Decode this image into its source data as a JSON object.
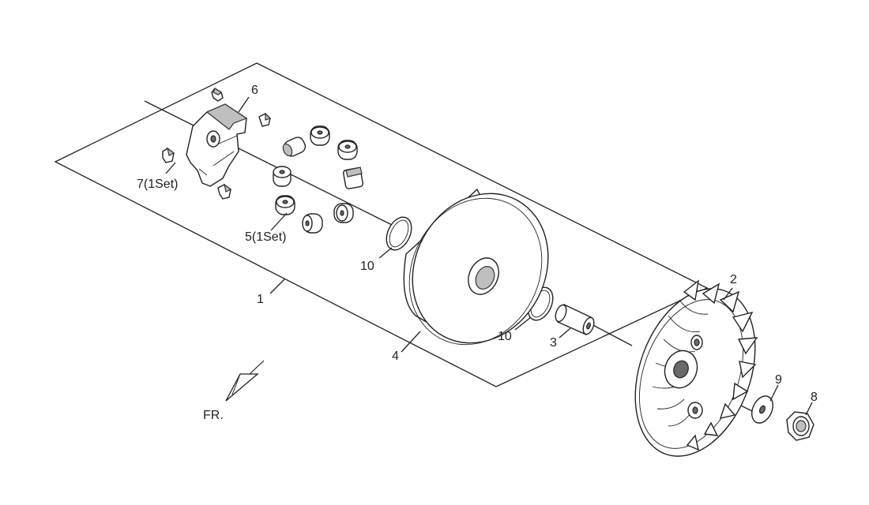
{
  "callouts": {
    "c1": "1",
    "c2": "2",
    "c3": "3",
    "c4": "4",
    "c5": "5(1Set)",
    "c6": "6",
    "c7": "7(1Set)",
    "c8": "8",
    "c9": "9",
    "c10a": "10",
    "c10b": "10"
  },
  "direction": {
    "label": "FR."
  }
}
